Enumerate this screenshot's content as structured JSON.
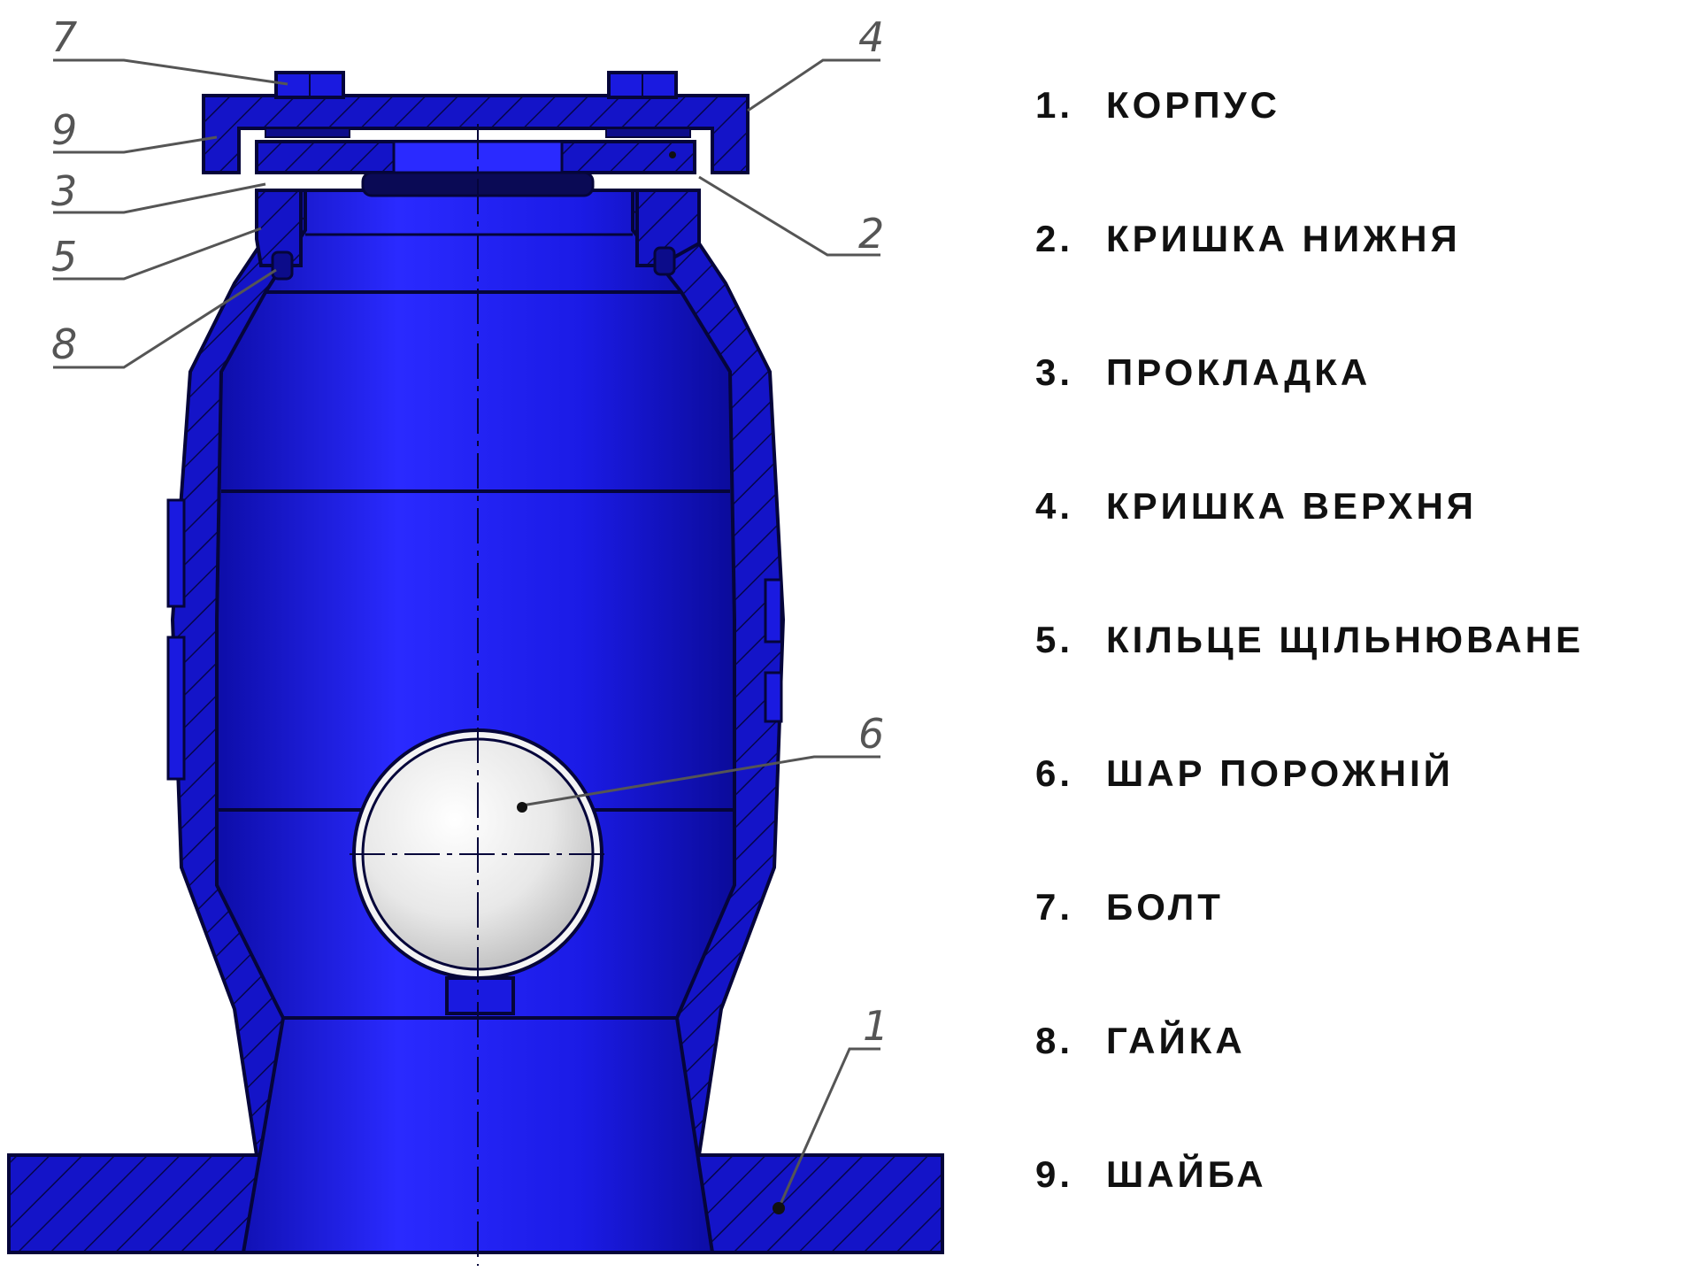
{
  "legend": {
    "items": [
      {
        "num": "1.",
        "label": "КОРПУС"
      },
      {
        "num": "2.",
        "label": "КРИШКА НИЖНЯ"
      },
      {
        "num": "3.",
        "label": "ПРОКЛАДКА"
      },
      {
        "num": "4.",
        "label": "КРИШКА ВЕРХНЯ"
      },
      {
        "num": "5.",
        "label": "КІЛЬЦЕ ЩІЛЬНЮВАНЕ"
      },
      {
        "num": "6.",
        "label": "ШАР ПОРОЖНІЙ"
      },
      {
        "num": "7.",
        "label": "БОЛТ"
      },
      {
        "num": "8.",
        "label": "ГАЙКА"
      },
      {
        "num": "9.",
        "label": "ШАЙБА"
      }
    ]
  },
  "callouts": [
    "7",
    "9",
    "3",
    "5",
    "8",
    "4",
    "2",
    "6",
    "1"
  ],
  "colors": {
    "body": "#1a1ae0",
    "body_dark": "#0c0c8a",
    "outline": "#05053a",
    "ball": "#eeeeee",
    "leader": "#555555"
  }
}
